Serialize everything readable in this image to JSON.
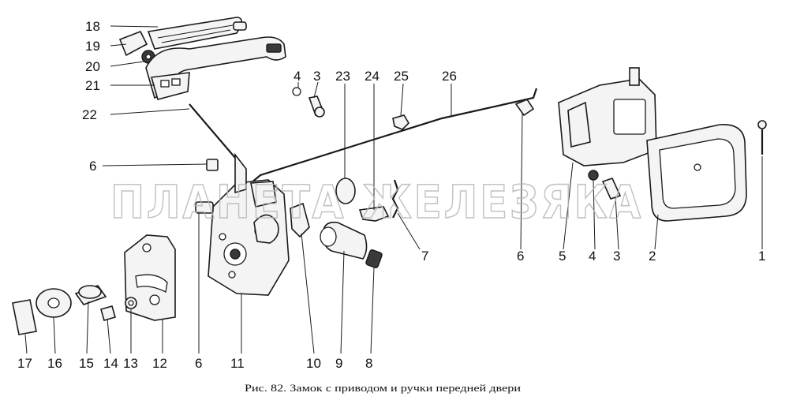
{
  "callouts": {
    "c1": "1",
    "c2": "2",
    "c3a": "3",
    "c3b": "3",
    "c4a": "4",
    "c4b": "4",
    "c5": "5",
    "c6a": "6",
    "c6b": "6",
    "c6c": "6",
    "c7": "7",
    "c8": "8",
    "c9": "9",
    "c10": "10",
    "c11": "11",
    "c12": "12",
    "c13": "13",
    "c14": "14",
    "c15": "15",
    "c16": "16",
    "c17": "17",
    "c18": "18",
    "c19": "19",
    "c20": "20",
    "c21": "21",
    "c22": "22",
    "c23": "23",
    "c24": "24",
    "c25": "25",
    "c26": "26"
  },
  "caption": "Рис. 82. Замок с приводом и ручки передней двери",
  "watermark": "ПЛАНЕТА ЖЕЛЕЗЯКА"
}
